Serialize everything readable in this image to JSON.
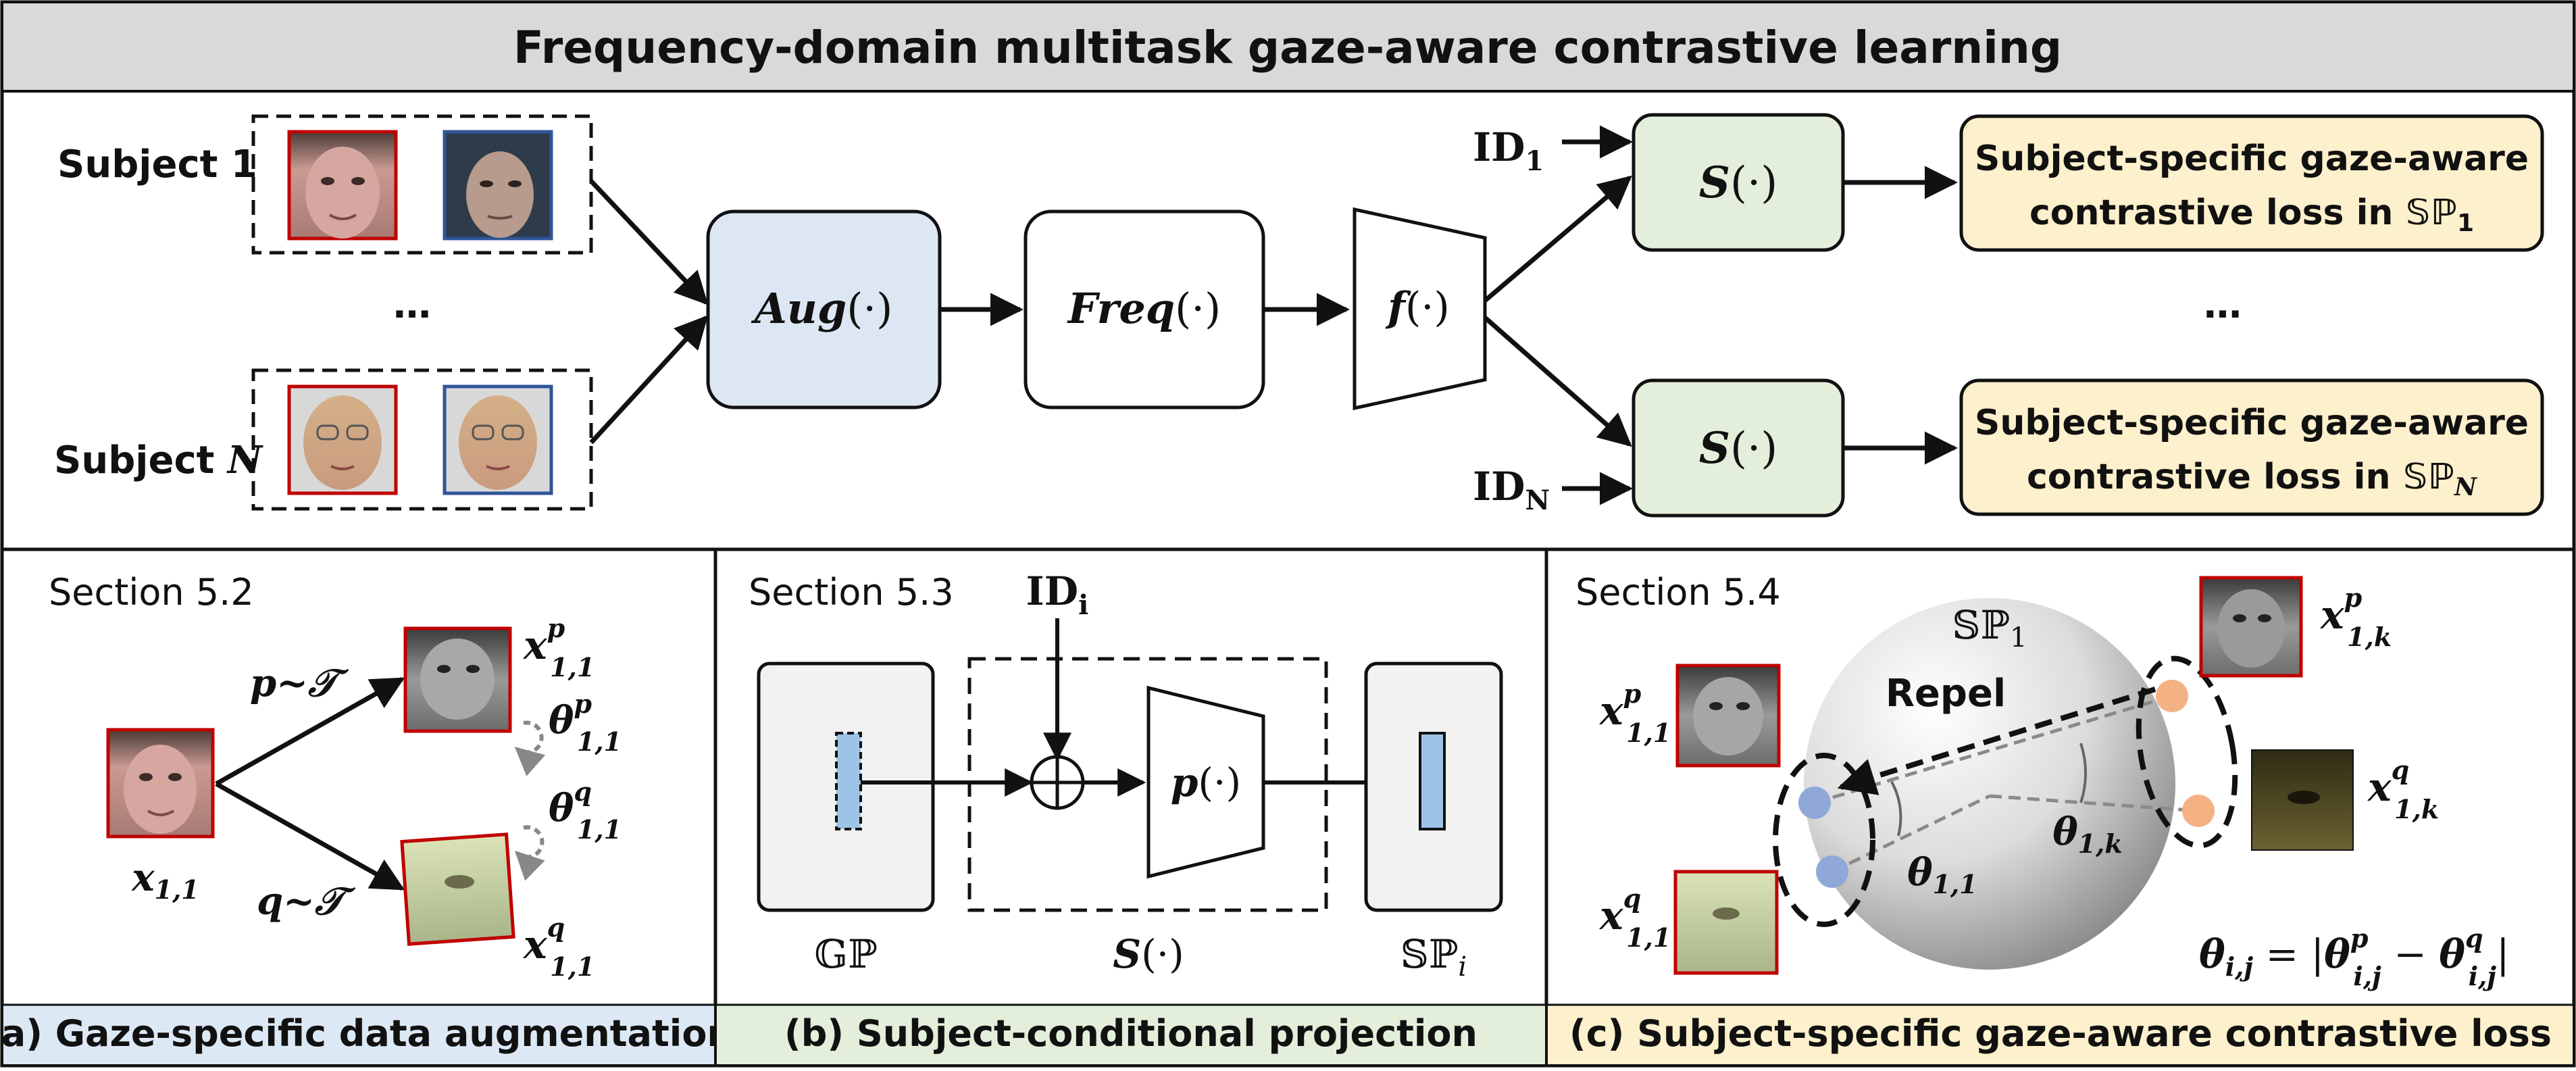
{
  "title": "Frequency-domain multitask gaze-aware contrastive learning",
  "top": {
    "subject_1": "Subject 1",
    "subject_n_prefix": "Subject ",
    "subject_n_var": "N",
    "ellipsis": "…",
    "aug": "Aug",
    "freq": "Freq",
    "f": "f",
    "s": "S",
    "arg": "(·)",
    "id1": "ID",
    "id1_sub": "1",
    "idN": "ID",
    "idN_sub": "N",
    "loss1_line1": "Subject-specific gaze-aware",
    "loss1_line2": "contrastive loss in 𝕊ℙ",
    "loss1_sub": "1",
    "lossN_line1": "Subject-specific gaze-aware",
    "lossN_line2": "contrastive loss in 𝕊ℙ",
    "lossN_sub": "N"
  },
  "panel_a": {
    "section": "Section 5.2",
    "caption": "(a) Gaze-specific data augmentation",
    "p_T": "p~𝒯",
    "q_T": "q~𝒯",
    "x": "x",
    "sub11": "1,1",
    "sup_p": "p",
    "sup_q": "q",
    "theta": "θ"
  },
  "panel_b": {
    "section": "Section 5.3",
    "caption": "(b) Subject-conditional projection",
    "id": "ID",
    "id_sub": "i",
    "p": "p",
    "arg": "(·)",
    "s": "S",
    "gp": "𝔾ℙ",
    "sp": "𝕊ℙ",
    "sp_sub": "i"
  },
  "panel_c": {
    "section": "Section 5.4",
    "caption": "(c) Subject-specific gaze-aware contrastive loss",
    "sp": "𝕊ℙ",
    "sp_sub": "1",
    "repel": "Repel",
    "theta": "θ",
    "sub11": "1,1",
    "sub1k": "1,k",
    "x": "x",
    "sup_p": "p",
    "sup_q": "q",
    "formula_lhs": "θ",
    "formula_lhs_sub": "i,j",
    "formula_eq": " = |",
    "formula_minus": " − ",
    "formula_end": "|",
    "sub_ij": "i,j"
  },
  "colors": {
    "title_band": "#d9d9d9",
    "aug_fill": "#dce7f3",
    "s_fill": "#e3efda",
    "loss_fill": "#fdf0cc",
    "cap_a": "#dde8f5",
    "cap_b": "#e3efda",
    "cap_c": "#fdf0cc",
    "blue_point": "#8fa8d8",
    "orange_point": "#f4b183",
    "vec_fill": "#9dc3e6"
  }
}
